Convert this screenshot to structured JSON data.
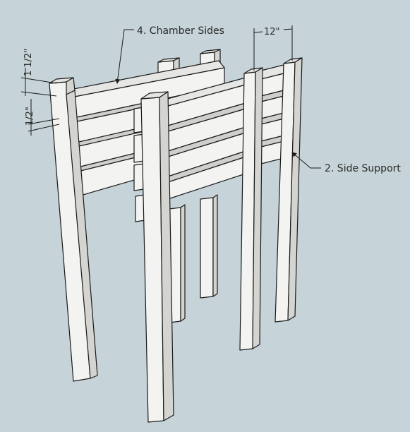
{
  "colors": {
    "background": "#c6d3d8",
    "wood_front": "#f3f3f1",
    "wood_side": "#d4d4d1",
    "wood_top": "#e6e6e4",
    "outline": "#1a1a1a"
  },
  "labels": {
    "chamber_sides": "4. Chamber Sides",
    "side_support": "2. Side Support"
  },
  "dimensions": {
    "width": "12\"",
    "board_height": "1 1/2\"",
    "gap": "1/2\""
  }
}
